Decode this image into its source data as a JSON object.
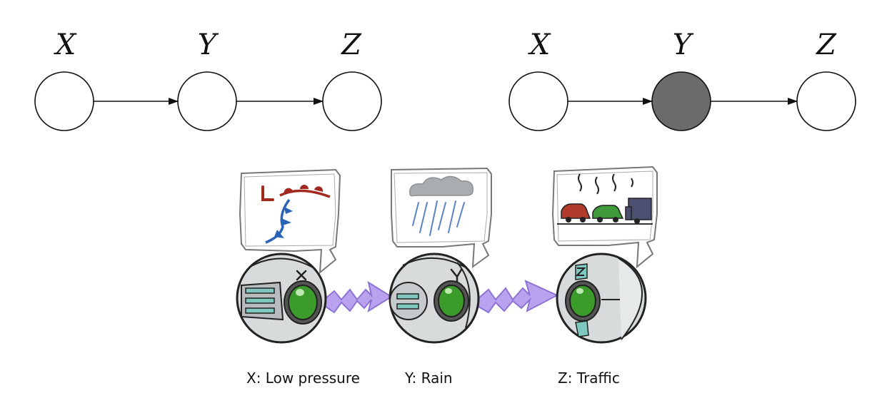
{
  "diagram_left": {
    "nodes": [
      {
        "label": "X",
        "observed": false
      },
      {
        "label": "Y",
        "observed": false
      },
      {
        "label": "Z",
        "observed": false
      }
    ]
  },
  "diagram_right": {
    "nodes": [
      {
        "label": "X",
        "observed": false
      },
      {
        "label": "Y",
        "observed": true
      },
      {
        "label": "Z",
        "observed": false
      }
    ]
  },
  "colors": {
    "observed_fill": "#6b6b6b",
    "unobserved_fill": "#ffffff",
    "stroke": "#111111",
    "arrow_purple": "#b9a2ee",
    "eye_green": "#3a9a2a",
    "teal": "#7fc8c0",
    "robot_gray": "#d8dbdc"
  },
  "robots": [
    {
      "letter": "X",
      "thought": "weather-front-icon"
    },
    {
      "letter": "Y",
      "thought": "rain-cloud-icon"
    },
    {
      "letter": "Z",
      "thought": "traffic-jam-icon"
    }
  ],
  "captions": [
    "X: Low pressure",
    "Y: Rain",
    "Z: Traffic"
  ]
}
